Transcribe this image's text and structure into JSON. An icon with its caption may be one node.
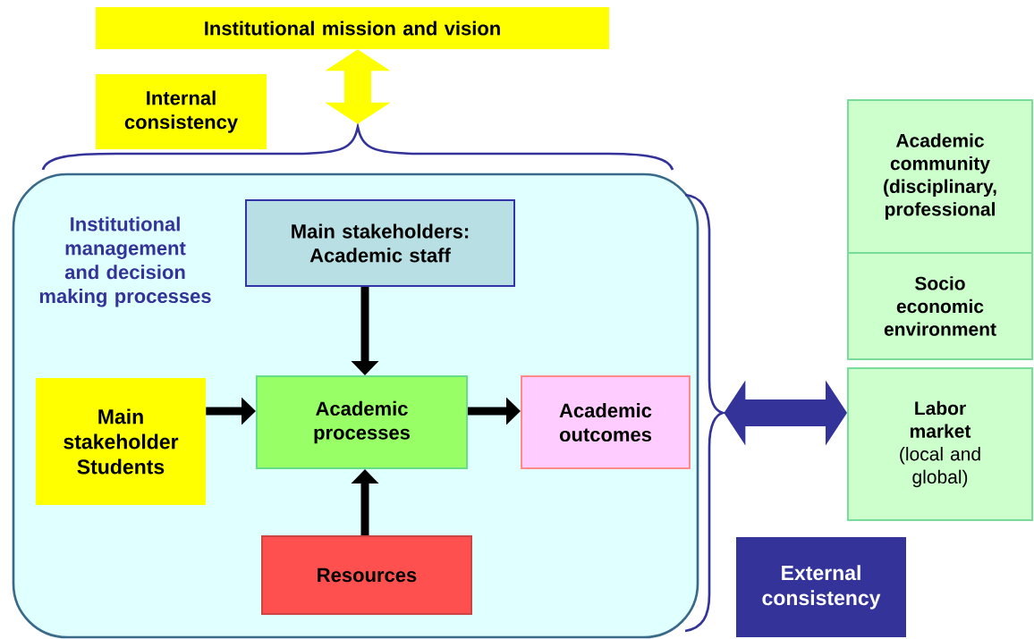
{
  "diagram": {
    "nodes": [
      {
        "text": [
          "Institutional mission and vision"
        ]
      },
      {
        "text": [
          "Internal consistency"
        ]
      },
      {
        "text": [
          "Institutional management and decision making processes"
        ]
      },
      {
        "text": [
          "Main stakeholders: Academic staff"
        ],
        "in": 2
      },
      {
        "text": [
          "Main stakeholder Students"
        ],
        "in": 2
      },
      {
        "text": [
          "Academic processes"
        ],
        "in": 2
      },
      {
        "text": [
          "Academic outcomes"
        ],
        "in": 2
      },
      {
        "text": [
          "Resources"
        ],
        "in": 2
      },
      {
        "text": [
          "Academic community (disciplinary, professional"
        ]
      },
      {
        "text": [
          "Socio economic environment"
        ]
      },
      {
        "text": [
          "Labor market",
          "(local and global)"
        ]
      },
      {
        "text": [
          "External consistency"
        ]
      }
    ],
    "edges": [
      {
        "from": 0,
        "to": 2,
        "arrow": "both",
        "style": "thick",
        "color": "#ffff00"
      },
      {
        "from": 2,
        "to": 10,
        "arrow": "both",
        "style": "thick",
        "color": "#333399"
      },
      {
        "from": 3,
        "to": 5,
        "arrow": "to"
      },
      {
        "from": 4,
        "to": 5,
        "arrow": "to"
      },
      {
        "from": 5,
        "to": 6,
        "arrow": "to"
      },
      {
        "from": 7,
        "to": 5,
        "arrow": "to"
      }
    ]
  }
}
